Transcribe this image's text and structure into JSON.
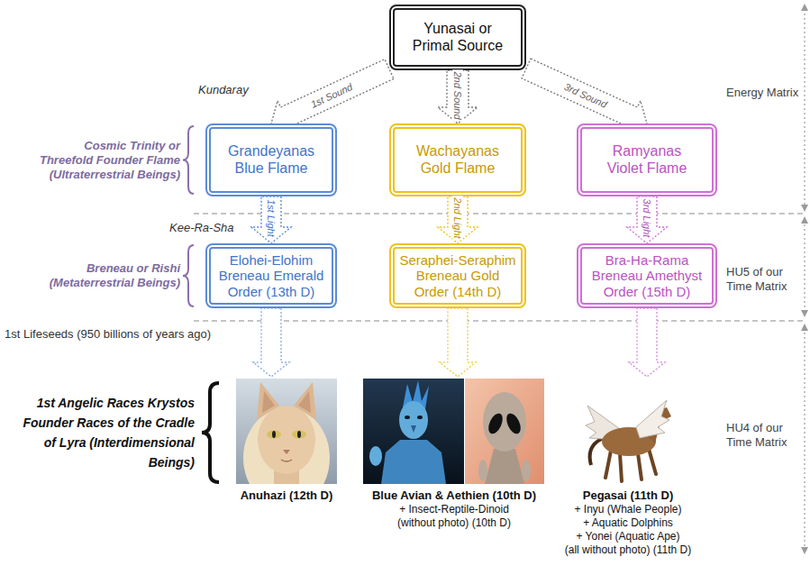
{
  "diagram": {
    "nodes": [
      {
        "text": [
          "Yunasai or Primal Source"
        ]
      },
      {
        "text": [
          "Grandeyanas Blue Flame"
        ]
      },
      {
        "text": [
          "Wachayanas Gold Flame"
        ]
      },
      {
        "text": [
          "Ramyanas Violet Flame"
        ]
      },
      {
        "text": [
          "Elohei-Elohim Breneau Emerald Order (13th D)"
        ]
      },
      {
        "text": [
          "Seraphei-Seraphim Breneau Gold Order (14th D)"
        ]
      },
      {
        "text": [
          "Bra-Ha-Rama Breneau Amethyst Order (15th D)"
        ]
      },
      {
        "text": [
          "Anuhazi (12th D)"
        ]
      },
      {
        "text": [
          "Blue Avian & Aethien (10th D)",
          "+ Insect-Reptile-Dinoid (without photo) (10th D)"
        ]
      },
      {
        "text": [
          "Pegasai (11th D)",
          "+ Inyu (Whale People)",
          "+ Aquatic Dolphins",
          "+ Yonei (Aquatic Ape)",
          "(all without photo) (11th D)"
        ]
      }
    ],
    "edges": [
      {
        "from": 0,
        "to": 1,
        "arrow": "to",
        "label": "1st Sound"
      },
      {
        "from": 0,
        "to": 2,
        "arrow": "to",
        "label": "2nd Sound"
      },
      {
        "from": 0,
        "to": 3,
        "arrow": "to",
        "label": "3rd Sound"
      },
      {
        "from": 1,
        "to": 4,
        "arrow": "to",
        "label": "1st Light"
      },
      {
        "from": 2,
        "to": 5,
        "arrow": "to",
        "label": "2nd Light"
      },
      {
        "from": 3,
        "to": 6,
        "arrow": "to",
        "label": "3rd Light"
      },
      {
        "from": 4,
        "to": 7,
        "arrow": "to"
      },
      {
        "from": 5,
        "to": 8,
        "arrow": "to"
      },
      {
        "from": 6,
        "to": 9,
        "arrow": "to"
      }
    ],
    "labels": [
      "Kundaray",
      "Cosmic Trinity or Threefold Founder Flame (Ultraterrestrial Beings)",
      "Energy Matrix",
      "Kee-Ra-Sha",
      "Breneau or Rishi (Metaterrestrial Beings)",
      "HU5 of our Time Matrix",
      "1st Lifeseeds (950 billions of years ago)",
      "1st Angelic Races Krystos Founder Races of the Cradle of Lyra (Interdimensional Beings)",
      "HU4 of our Time Matrix"
    ]
  }
}
